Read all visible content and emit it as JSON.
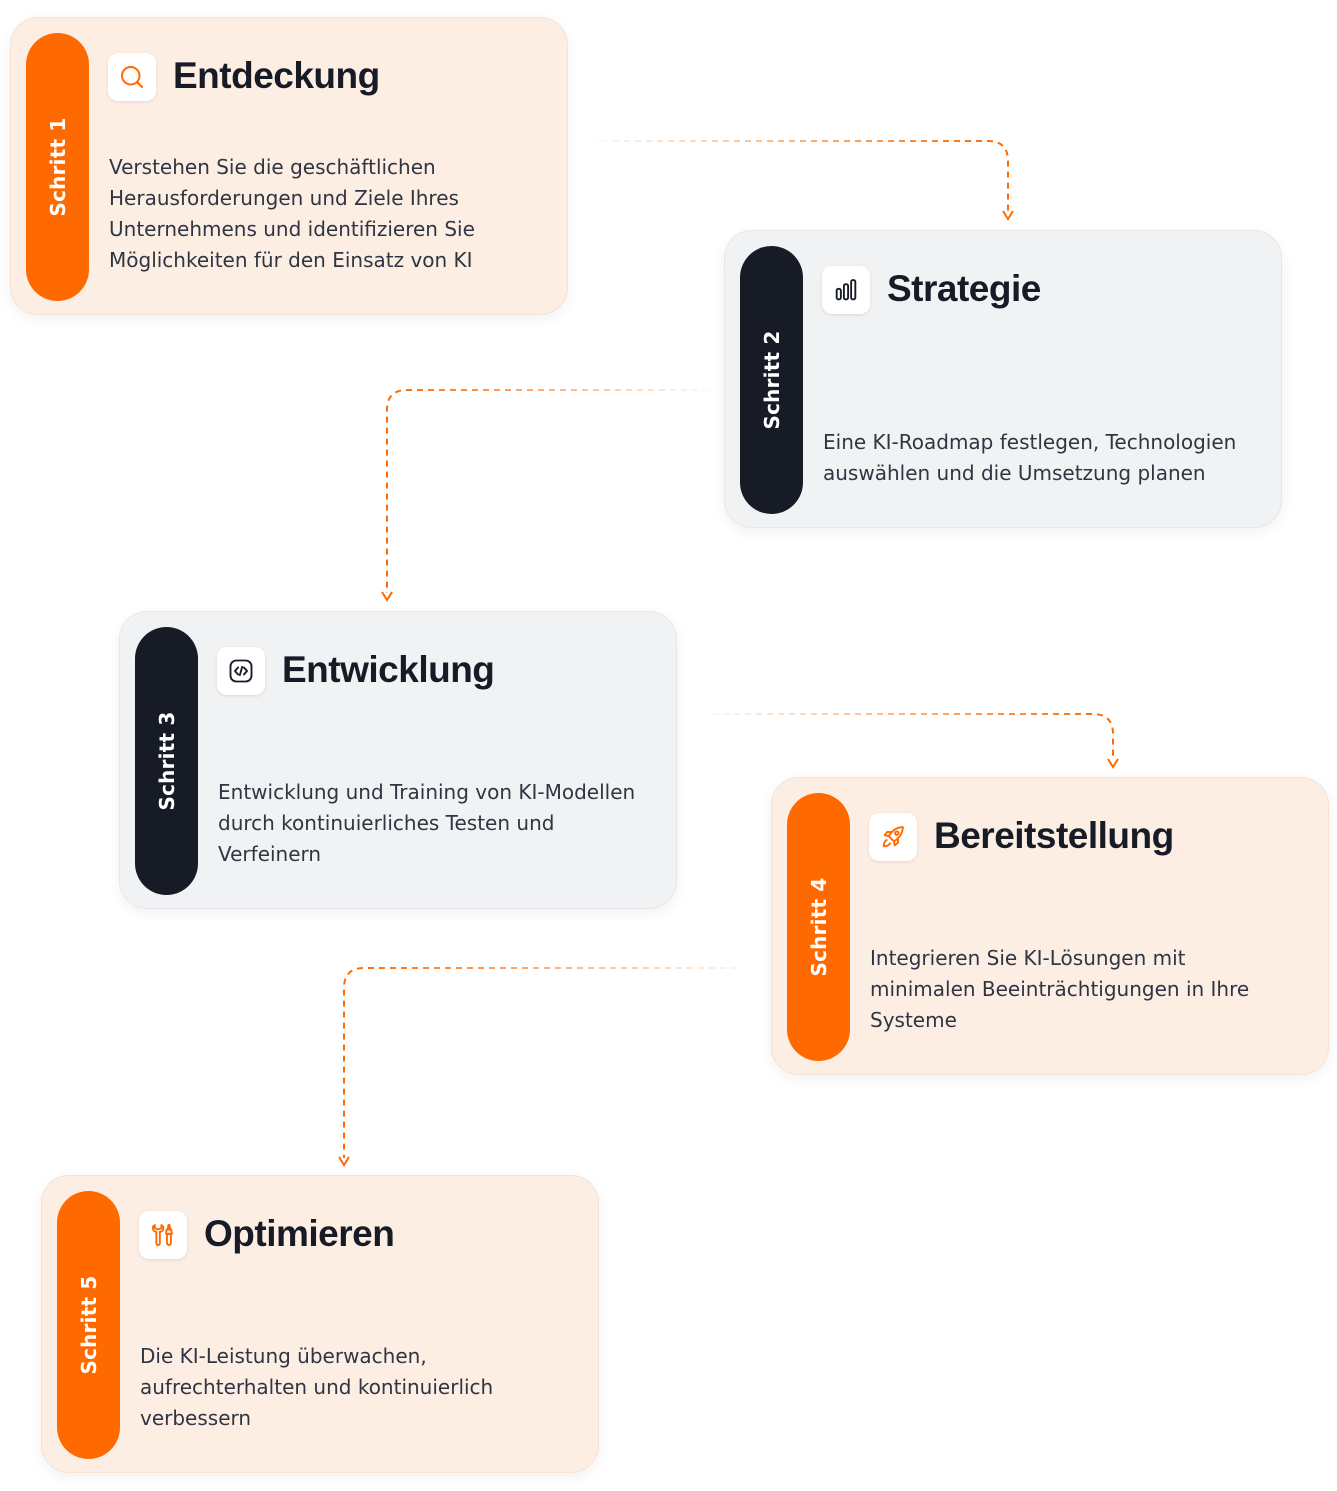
{
  "steps": [
    {
      "badge": "Schritt 1",
      "title": "Entdeckung",
      "description": "Verstehen Sie die geschäftlichen Herausforderungen und Ziele Ihres Unternehmens und identifizieren Sie Möglichkeiten für den Einsatz von KI",
      "icon": "search-icon",
      "theme": "orange"
    },
    {
      "badge": "Schritt 2",
      "title": "Strategie",
      "description": "Eine KI-Roadmap festlegen, Technologien auswählen und die Umsetzung planen",
      "icon": "bar-chart-icon",
      "theme": "dark"
    },
    {
      "badge": "Schritt 3",
      "title": "Entwicklung",
      "description": "Entwicklung und Training von KI-Modellen durch kontinuierliches Testen und Verfeinern",
      "icon": "code-icon",
      "theme": "dark"
    },
    {
      "badge": "Schritt 4",
      "title": "Bereitstellung",
      "description": "Integrieren Sie KI-Lösungen mit minimalen Beeinträchtigungen in Ihre Systeme",
      "icon": "rocket-icon",
      "theme": "orange"
    },
    {
      "badge": "Schritt 5",
      "title": "Optimieren",
      "description": "Die KI-Leistung überwachen, aufrechterhalten und kontinuierlich verbessern",
      "icon": "tools-icon",
      "theme": "orange"
    }
  ],
  "colors": {
    "accent": "#ff6a00",
    "dark": "#161b26",
    "orange_card_bg": "#fdeee4",
    "gray_card_bg": "#f1f2f4",
    "text": "#161b26",
    "body_text": "#2f3542"
  }
}
